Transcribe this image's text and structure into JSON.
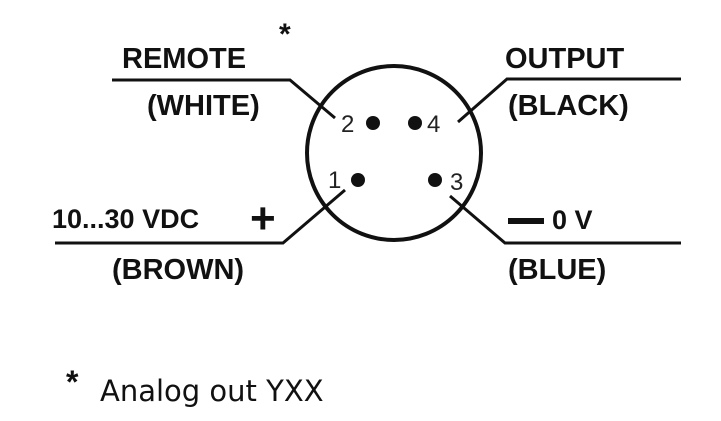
{
  "diagram": {
    "type": "connector-pinout",
    "connector": {
      "pins": [
        {
          "number": "1",
          "label": "10...30 VDC",
          "polarity": "+",
          "wire_color": "(BROWN)"
        },
        {
          "number": "2",
          "label": "REMOTE",
          "marker": "*",
          "wire_color": "(WHITE)"
        },
        {
          "number": "3",
          "label": "0 V",
          "polarity": "—",
          "wire_color": "(BLUE)"
        },
        {
          "number": "4",
          "label": "OUTPUT",
          "wire_color": "(BLACK)"
        }
      ]
    },
    "labels": {
      "top_left_signal": "REMOTE",
      "top_left_marker": "*",
      "top_left_color": "(WHITE)",
      "top_right_signal": "OUTPUT",
      "top_right_color": "(BLACK)",
      "bottom_left_signal": "10...30 VDC",
      "bottom_left_polarity": "+",
      "bottom_left_color": "(BROWN)",
      "bottom_right_polarity": "—",
      "bottom_right_signal": "0 V",
      "bottom_right_color": "(BLUE)"
    },
    "pin_numbers": {
      "p1": "1",
      "p2": "2",
      "p3": "3",
      "p4": "4"
    },
    "footnote": {
      "marker": "*",
      "text": "Analog out YXX"
    },
    "colors": {
      "ink": "#111111",
      "background": "#ffffff"
    }
  }
}
